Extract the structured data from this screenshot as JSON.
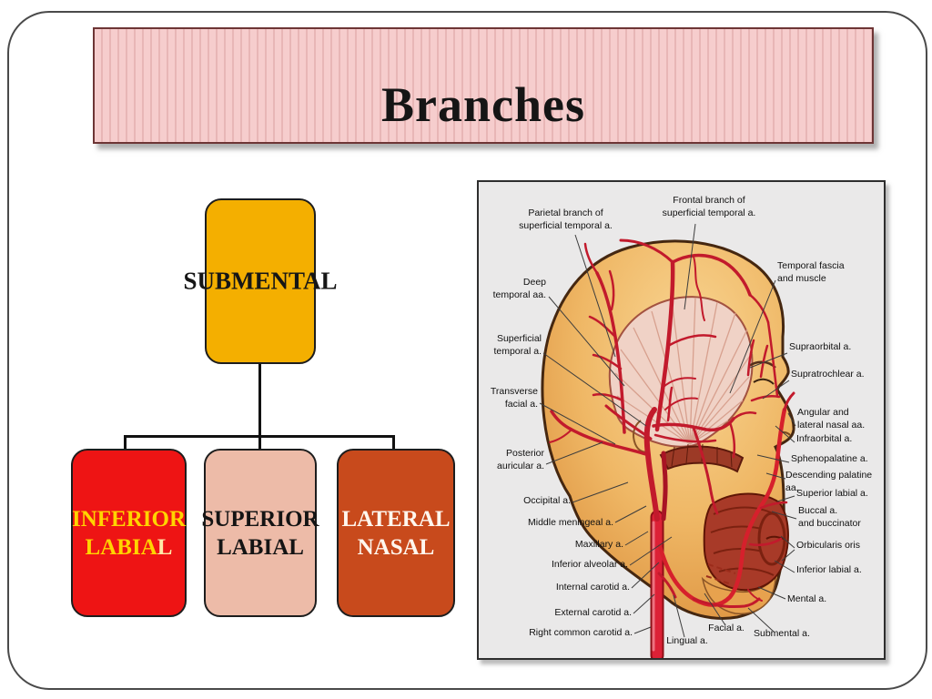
{
  "slide": {
    "title": "Branches"
  },
  "flowchart": {
    "root": "SUBMENTAL",
    "children": [
      {
        "line1": "INFERIOR",
        "line2": "LABIA",
        "line2_suffix": "L"
      },
      {
        "line1": "SUPERIOR",
        "line2": "LABIAL",
        "line2_suffix": ""
      },
      {
        "line1": "LATERAL",
        "line2": "NASAL",
        "line2_suffix": ""
      }
    ]
  },
  "figure": {
    "labels": {
      "parietal": "Parietal branch of\nsuperficial temporal a.",
      "frontal": "Frontal branch of\nsuperficial temporal a.",
      "temporal_fascia": "Temporal fascia\nand muscle",
      "deep_temporal": "Deep\ntemporal aa.",
      "superficial_temporal": "Superficial\ntemporal a.",
      "transverse_facial": "Transverse\nfacial a.",
      "supraorbital": "Supraorbital a.",
      "supratrochlear": "Supratrochlear a.",
      "angular": "Angular and\nlateral nasal aa.",
      "infraorbital": "Infraorbital a.",
      "sphenopalatine": "Sphenopalatine a.",
      "descending_palatine": "Descending palatine aa.",
      "superior_labial": "Superior labial a.",
      "buccal": "Buccal a.\nand buccinator",
      "orbicularis": "Orbicularis oris",
      "inferior_labial": "Inferior labial a.",
      "mental": "Mental a.",
      "posterior_auricular": "Posterior\nauricular a.",
      "occipital": "Occipital a.",
      "middle_meningeal": "Middle meningeal a.",
      "maxillary": "Maxillary a.",
      "inferior_alveolar": "Inferior alveolar a.",
      "internal_carotid": "Internal carotid a.",
      "external_carotid": "External carotid a.",
      "right_common_carotid": "Right common carotid a.",
      "lingual": "Lingual a.",
      "facial": "Facial a.",
      "submental": "Submental a."
    }
  },
  "colors": {
    "banner_bg": "#F6CDCD",
    "banner_border": "#6D3535",
    "root_box": "#F4AF00",
    "inferior_box": "#EE1414",
    "inferior_text": "#FFD400",
    "superior_box": "#EDBBA8",
    "lateral_box": "#C84A1C",
    "artery_red": "#C21A2C",
    "skin_tan": "#EDAE58",
    "figure_bg": "#EAE9E9"
  }
}
